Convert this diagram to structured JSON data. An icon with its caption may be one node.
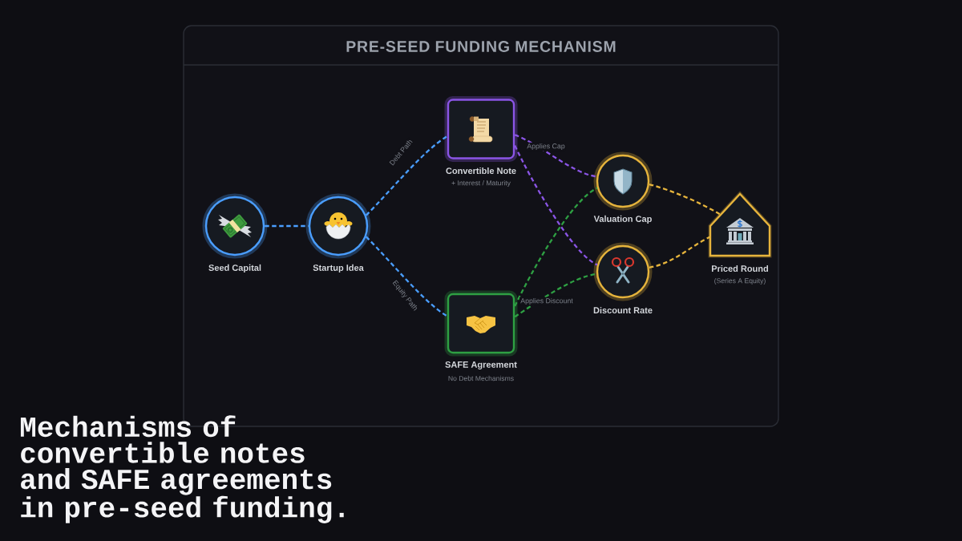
{
  "diagram": {
    "title": "PRE-SEED FUNDING MECHANISM",
    "caption": "Mechanisms of convertible notes and SAFE agreements in pre-seed funding.",
    "nodes": [
      {
        "text": [
          "Seed Capital"
        ]
      },
      {
        "text": [
          "Startup Idea"
        ]
      },
      {
        "text": [
          "Convertible Note",
          "+ Interest / Maturity"
        ]
      },
      {
        "text": [
          "SAFE Agreement",
          "No Debt Mechanisms"
        ]
      },
      {
        "text": [
          "Valuation Cap"
        ]
      },
      {
        "text": [
          "Discount Rate"
        ]
      },
      {
        "text": [
          "Priced Round",
          "(Series A Equity)"
        ]
      }
    ],
    "edges": [
      {
        "from": 0,
        "to": 1,
        "arrow": "none",
        "style": "dashed"
      },
      {
        "from": 1,
        "to": 2,
        "arrow": "none",
        "style": "dashed",
        "label": "Debt Path"
      },
      {
        "from": 1,
        "to": 3,
        "arrow": "none",
        "style": "dashed",
        "label": "Equity Path"
      },
      {
        "from": 2,
        "to": 4,
        "arrow": "none",
        "style": "dashed",
        "label": "Applies Cap",
        "color": "#8b55e6"
      },
      {
        "from": 2,
        "to": 5,
        "arrow": "none",
        "style": "dashed",
        "color": "#8b55e6"
      },
      {
        "from": 3,
        "to": 4,
        "arrow": "none",
        "style": "dashed",
        "color": "#2ea043"
      },
      {
        "from": 3,
        "to": 5,
        "arrow": "none",
        "style": "dashed",
        "label": "Applies Discount",
        "color": "#2ea043"
      },
      {
        "from": 4,
        "to": 6,
        "arrow": "none",
        "style": "dashed",
        "color": "#e6b43c"
      },
      {
        "from": 5,
        "to": 6,
        "arrow": "none",
        "style": "dashed",
        "color": "#e6b43c"
      }
    ]
  }
}
